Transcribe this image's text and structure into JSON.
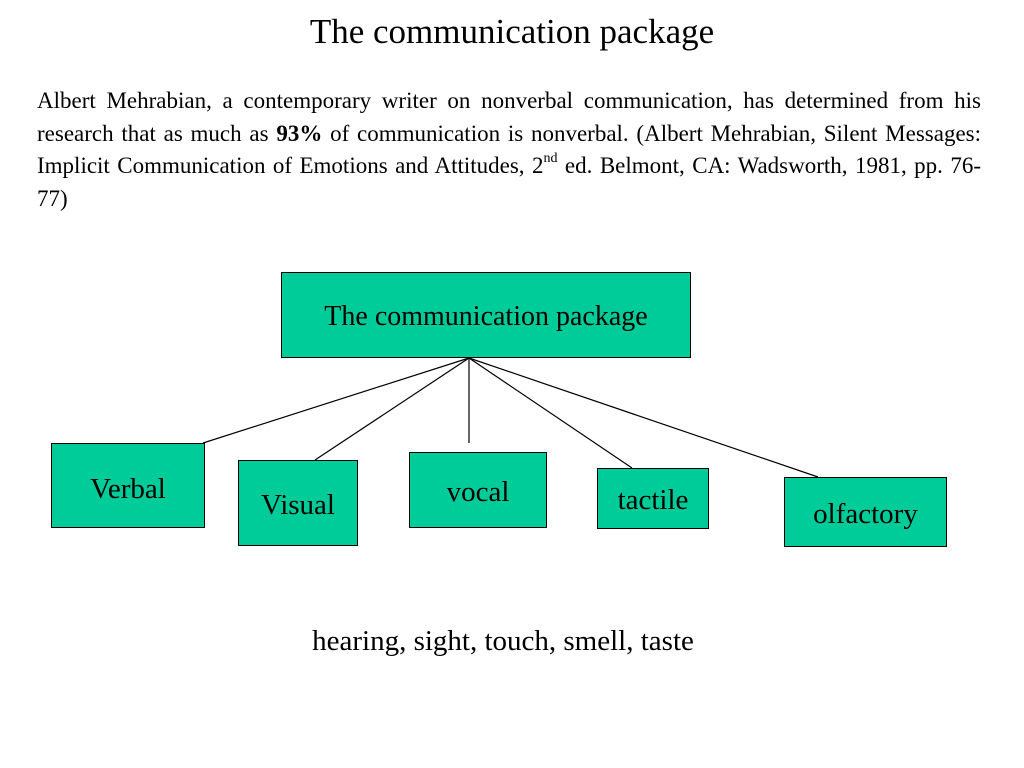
{
  "slide": {
    "title": "The communication package",
    "paragraph": {
      "part1": "Albert Mehrabian, a contemporary writer on nonverbal communication, has determined from his research that as much as ",
      "highlight": "93%",
      "part2": " of communication is nonverbal. (Albert Mehrabian, Silent Messages: Implicit Communication of Emotions and Attitudes, 2",
      "superscript": "nd",
      "part3": " ed. Belmont, CA: Wadsworth, 1981, pp. 76-77)"
    },
    "diagram": {
      "root": "The communication package",
      "children": [
        "Verbal",
        "Visual",
        "vocal",
        "tactile",
        "olfactory"
      ]
    },
    "senses": "hearing, sight, touch, smell, taste"
  },
  "colors": {
    "box_fill": "#00cc99",
    "box_border": "#000000",
    "text": "#000000",
    "background": "#ffffff"
  }
}
